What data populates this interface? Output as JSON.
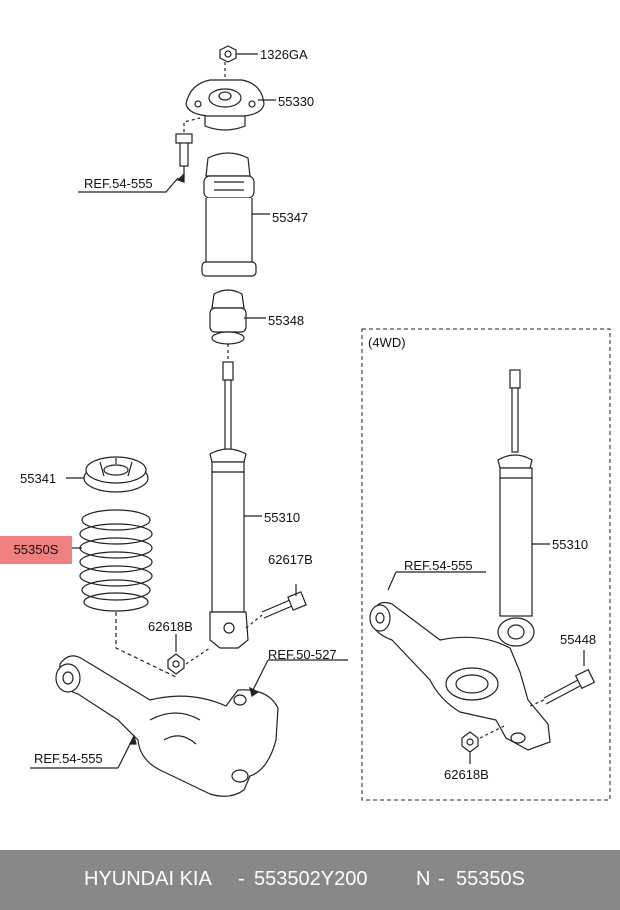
{
  "labels": {
    "nut_1326ga": "1326GA",
    "mount_55330": "55330",
    "ref_54_555_top": "REF.54-555",
    "boot_55347": "55347",
    "bumper_55348": "55348",
    "pad_55341": "55341",
    "spring_55350s": "55350S",
    "shock_55310_left": "55310",
    "bolt_62617b": "62617B",
    "nut_62618b_left": "62618B",
    "ref_50_527": "REF.50-527",
    "ref_54_555_bottom": "REF.54-555",
    "section_4wd": "(4WD)",
    "ref_54_555_right": "REF.54-555",
    "shock_55310_right": "55310",
    "bolt_55448": "55448",
    "nut_62618b_right": "62618B"
  },
  "footer": {
    "brand": "HYUNDAI  KIA",
    "dash1": "-",
    "oem_number": "553502Y200",
    "n_label": "N",
    "dash2": "-",
    "part_number": "55350S"
  },
  "colors": {
    "highlight": "#f08080",
    "footer_bg": "#888888",
    "line": "#222222"
  }
}
